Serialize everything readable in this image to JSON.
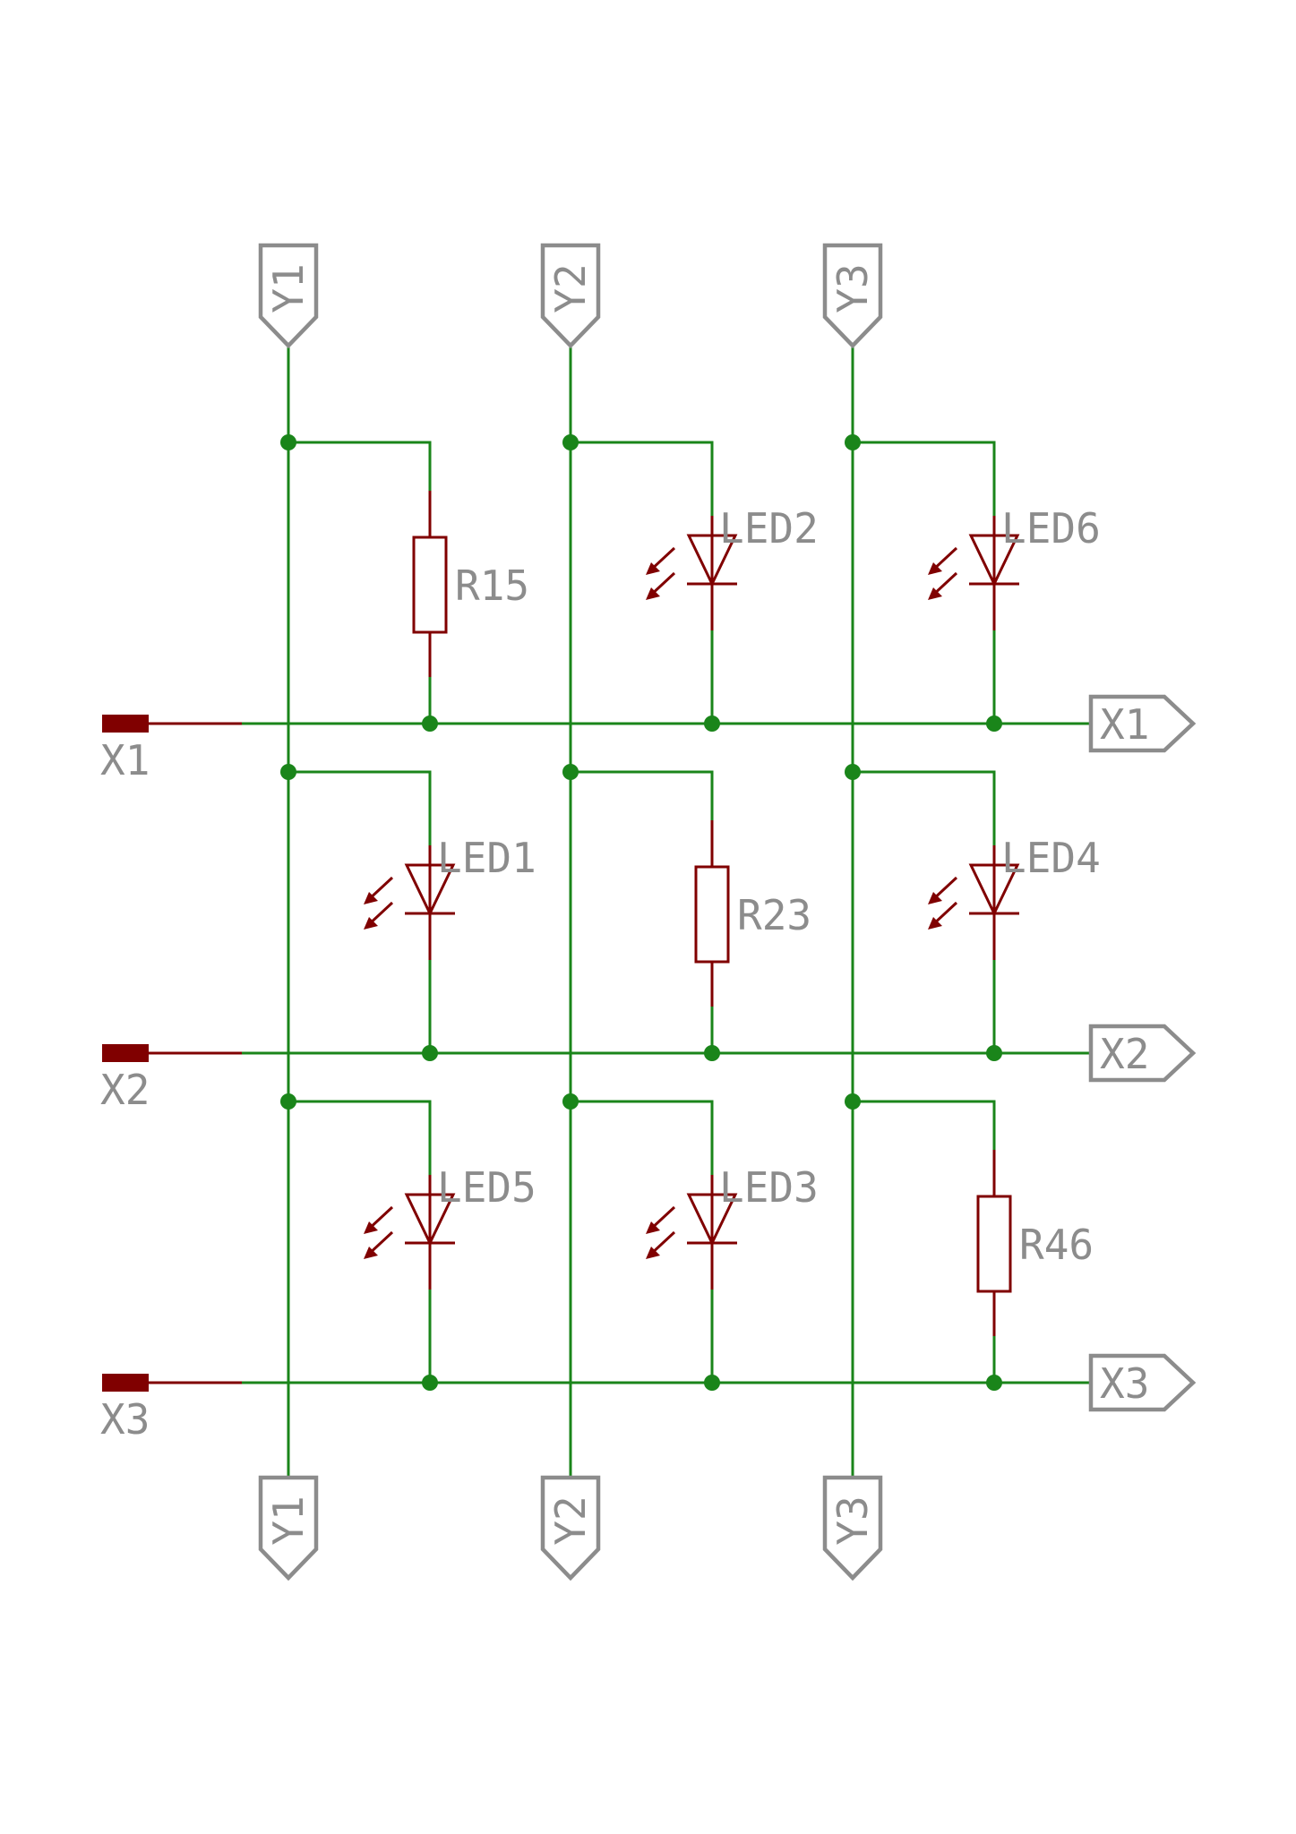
{
  "colors": {
    "wire": "#1a851a",
    "component": "#800000",
    "label": "#8c8c8c",
    "background": "#ffffff"
  },
  "top_ports": [
    {
      "label": "Y1"
    },
    {
      "label": "Y2"
    },
    {
      "label": "Y3"
    }
  ],
  "bottom_ports": [
    {
      "label": "Y1"
    },
    {
      "label": "Y2"
    },
    {
      "label": "Y3"
    }
  ],
  "left_connectors": [
    {
      "label": "X1"
    },
    {
      "label": "X2"
    },
    {
      "label": "X3"
    }
  ],
  "right_ports": [
    {
      "label": "X1"
    },
    {
      "label": "X2"
    },
    {
      "label": "X3"
    }
  ],
  "components": [
    {
      "id": "r15",
      "type": "resistor",
      "label": "R15",
      "row": 0,
      "col": 0
    },
    {
      "id": "led2",
      "type": "led",
      "label": "LED2",
      "row": 0,
      "col": 1
    },
    {
      "id": "led6",
      "type": "led",
      "label": "LED6",
      "row": 0,
      "col": 2
    },
    {
      "id": "led1",
      "type": "led",
      "label": "LED1",
      "row": 1,
      "col": 0
    },
    {
      "id": "r23",
      "type": "resistor",
      "label": "R23",
      "row": 1,
      "col": 1
    },
    {
      "id": "led4",
      "type": "led",
      "label": "LED4",
      "row": 1,
      "col": 2
    },
    {
      "id": "led5",
      "type": "led",
      "label": "LED5",
      "row": 2,
      "col": 0
    },
    {
      "id": "led3",
      "type": "led",
      "label": "LED3",
      "row": 2,
      "col": 1
    },
    {
      "id": "r46",
      "type": "resistor",
      "label": "R46",
      "row": 2,
      "col": 2
    }
  ]
}
